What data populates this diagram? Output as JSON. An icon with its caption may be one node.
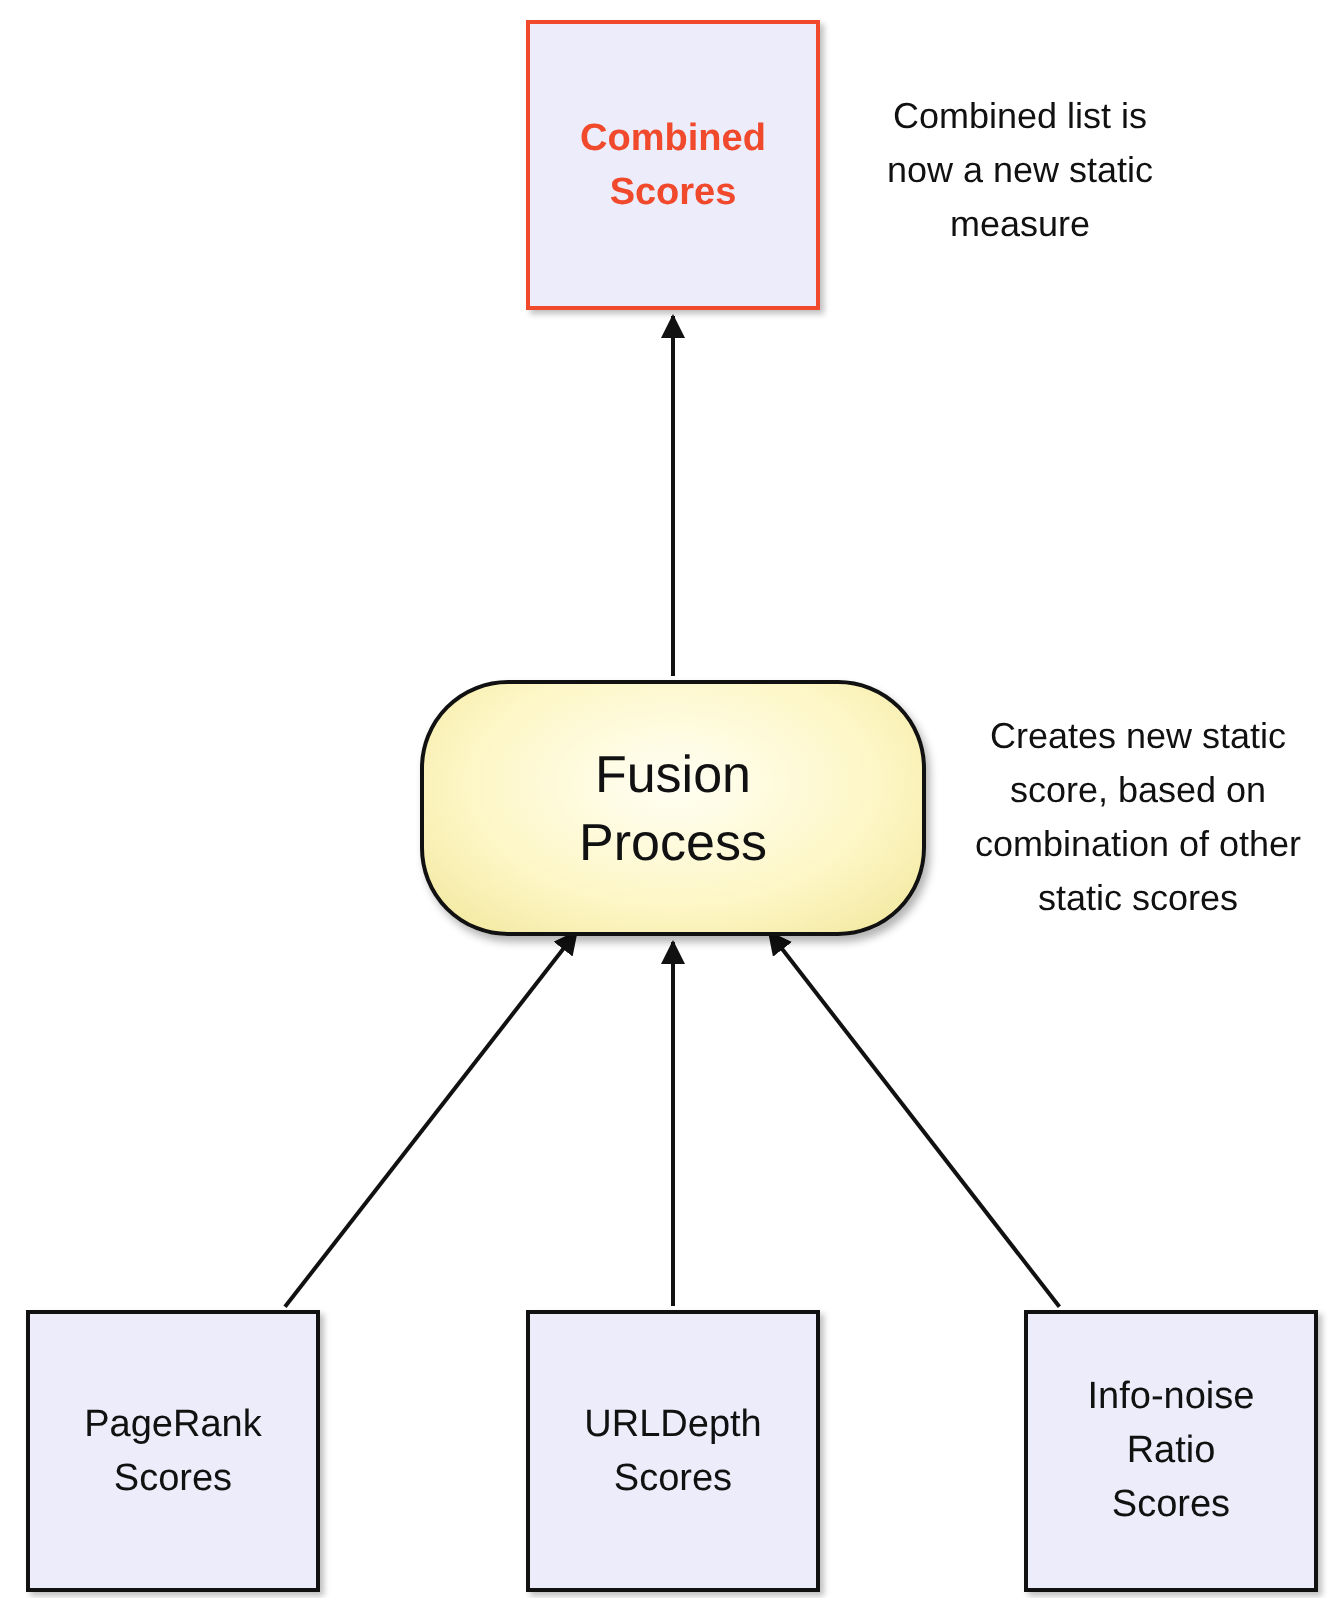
{
  "diagram": {
    "nodes": [
      {
        "text": [
          "Combined Scores"
        ],
        "beside": [
          "Combined list is now a new static measure"
        ]
      },
      {
        "text": [
          "Fusion Process"
        ],
        "beside": [
          "Creates new static score, based on combination of other static scores"
        ]
      },
      {
        "text": [
          "PageRank Scores"
        ]
      },
      {
        "text": [
          "URLDepth Scores"
        ]
      },
      {
        "text": [
          "Info-noise Ratio Scores"
        ]
      }
    ],
    "edges": [
      {
        "from": 2,
        "to": 1,
        "arrow": "to"
      },
      {
        "from": 3,
        "to": 1,
        "arrow": "to"
      },
      {
        "from": 4,
        "to": 1,
        "arrow": "to"
      },
      {
        "from": 1,
        "to": 0,
        "arrow": "to"
      }
    ]
  }
}
